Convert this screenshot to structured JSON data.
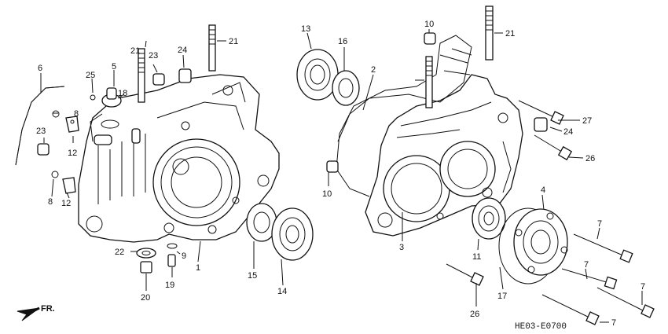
{
  "diagram": {
    "code": "HE03-E0700",
    "direction_label": "FR.",
    "labels": [
      "1",
      "2",
      "3",
      "4",
      "5",
      "6",
      "7",
      "7",
      "7",
      "7",
      "8",
      "8",
      "9",
      "10",
      "10",
      "11",
      "12",
      "12",
      "13",
      "14",
      "15",
      "16",
      "17",
      "18",
      "19",
      "20",
      "21",
      "21",
      "21",
      "22",
      "23",
      "23",
      "24",
      "24",
      "25",
      "26",
      "26",
      "27"
    ]
  }
}
